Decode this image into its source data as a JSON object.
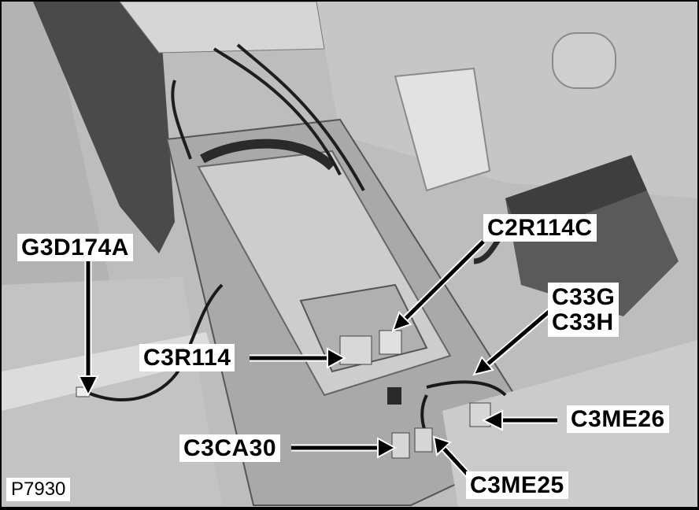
{
  "figure": {
    "id": "P7930",
    "description": "Vehicle rear floor / center console area with battery tray, harnesses and connector callouts",
    "colors": {
      "background": "#b9b9b9",
      "label_bg": "#ffffff",
      "label_text": "#000000",
      "arrow": "#000000",
      "frame": "#000000"
    }
  },
  "callouts": [
    {
      "id": "G3D174A",
      "label": "G3D174A",
      "arrow": "down"
    },
    {
      "id": "C2R114C",
      "label": "C2R114C",
      "arrow": "down-left"
    },
    {
      "id": "C33G_C33H",
      "lines": [
        "C33G",
        "C33H"
      ],
      "arrow": "down-left"
    },
    {
      "id": "C3R114",
      "label": "C3R114",
      "arrow": "right"
    },
    {
      "id": "C3ME26",
      "label": "C3ME26",
      "arrow": "left"
    },
    {
      "id": "C3CA30",
      "label": "C3CA30",
      "arrow": "right"
    },
    {
      "id": "C3ME25",
      "label": "C3ME25",
      "arrow": "up-left"
    }
  ]
}
